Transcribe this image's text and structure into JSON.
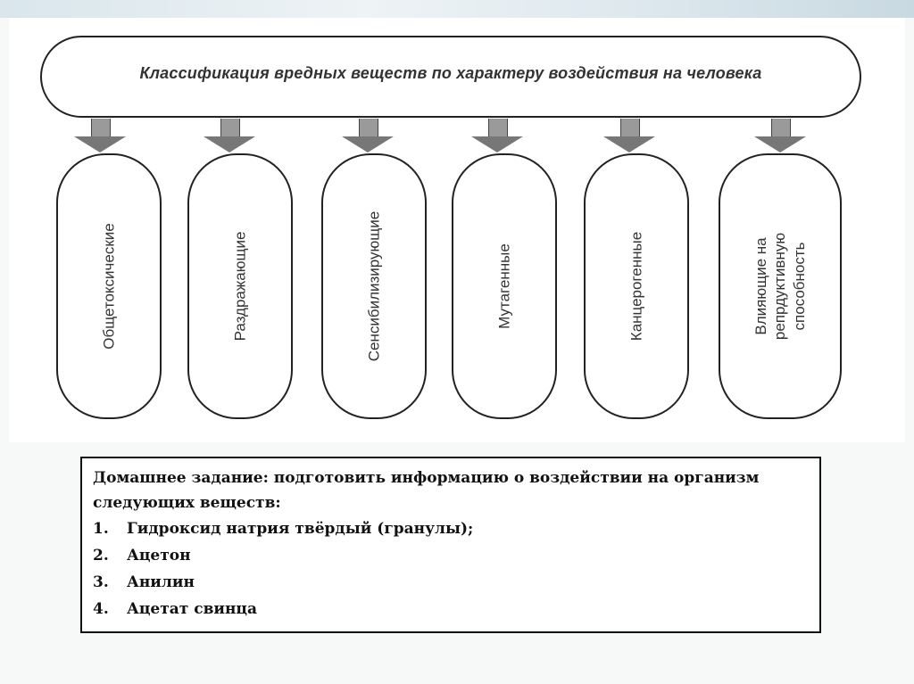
{
  "diagram": {
    "title": "Классификация вредных веществ по характеру воздействия на человека",
    "categories": [
      "Общетоксические",
      "Раздражающие",
      "Сенсибилизирующие",
      "Мутагенные",
      "Канцерогенные",
      "Влияющие на\nрепрдуктивную\nспособность"
    ]
  },
  "homework": {
    "intro": "Домашнее задание: подготовить  информацию о воздействии на организм  следующих веществ:",
    "items": [
      {
        "num": "1.",
        "text": "Гидроксид натрия твёрдый (гранулы);"
      },
      {
        "num": "2.",
        "text": "Ацетон"
      },
      {
        "num": "3.",
        "text": "Анилин"
      },
      {
        "num": "4.",
        "text": "Ацетат свинца"
      }
    ]
  }
}
